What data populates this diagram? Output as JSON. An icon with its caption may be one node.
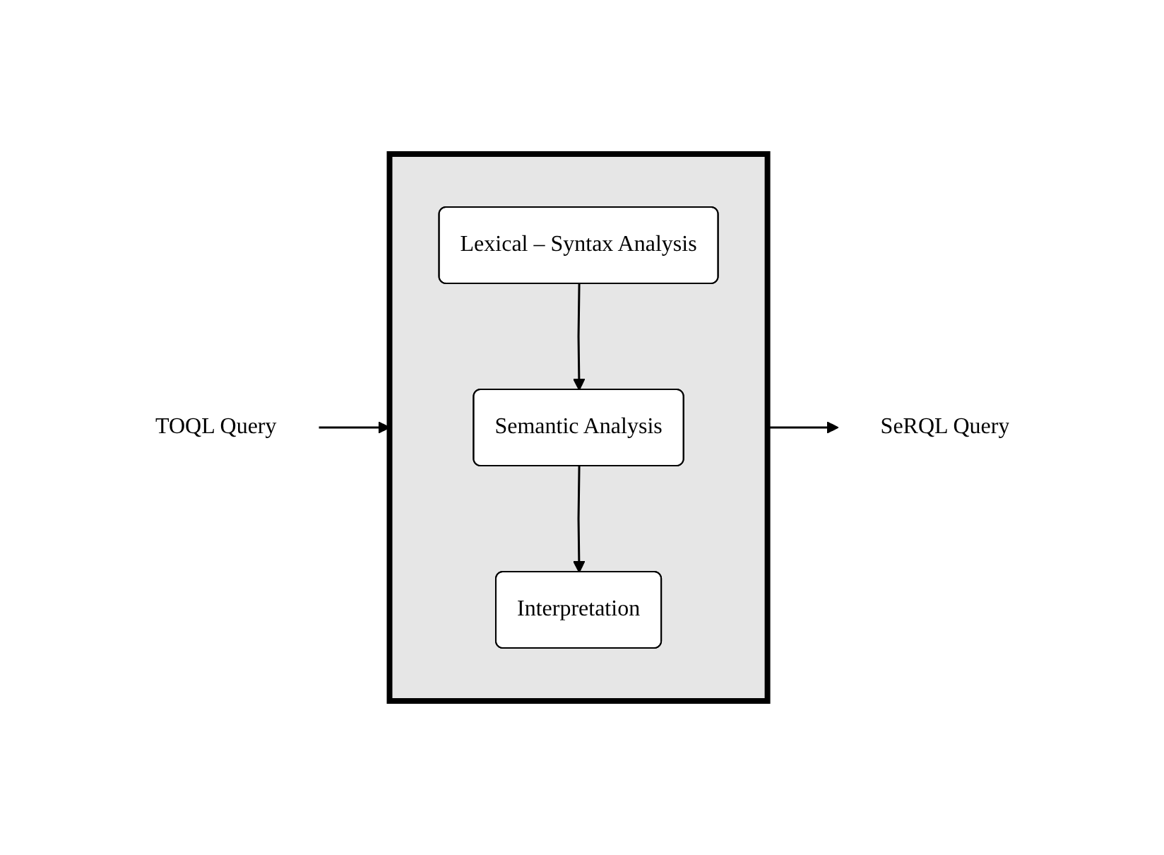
{
  "diagram": {
    "nodes": [
      {
        "text": [
          "TOQL Query"
        ]
      },
      {
        "text": [],
        "shape": "box"
      },
      {
        "text": [
          "Lexical – Syntax Analysis"
        ],
        "in": 1
      },
      {
        "text": [
          "Semantic Analysis"
        ],
        "in": 1
      },
      {
        "text": [
          "Interpretation"
        ],
        "in": 1
      },
      {
        "text": [
          "SeRQL Query"
        ]
      }
    ],
    "edges": [
      {
        "from": 0,
        "to": 1,
        "arrow": "to"
      },
      {
        "from": 2,
        "to": 3,
        "arrow": "to"
      },
      {
        "from": 3,
        "to": 4,
        "arrow": "to"
      },
      {
        "from": 1,
        "to": 5,
        "arrow": "to"
      }
    ]
  }
}
